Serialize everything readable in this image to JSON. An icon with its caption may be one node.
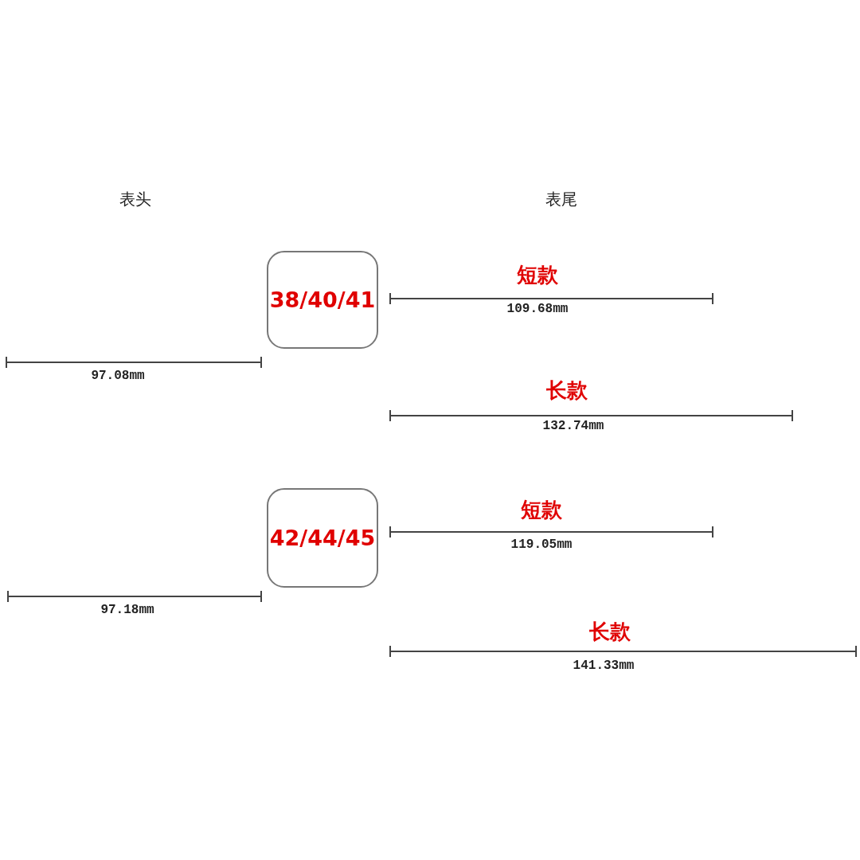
{
  "diagram": {
    "nodes": [
      {
        "text": [
          "38/40/41"
        ]
      },
      {
        "text": [
          "42/44/45"
        ]
      }
    ],
    "edges": [],
    "labels": [
      "表头",
      "表尾",
      "短款",
      "109.68mm",
      "97.08mm",
      "长款",
      "132.74mm",
      "短款",
      "119.05mm",
      "97.18mm",
      "长款",
      "141.33mm"
    ]
  }
}
